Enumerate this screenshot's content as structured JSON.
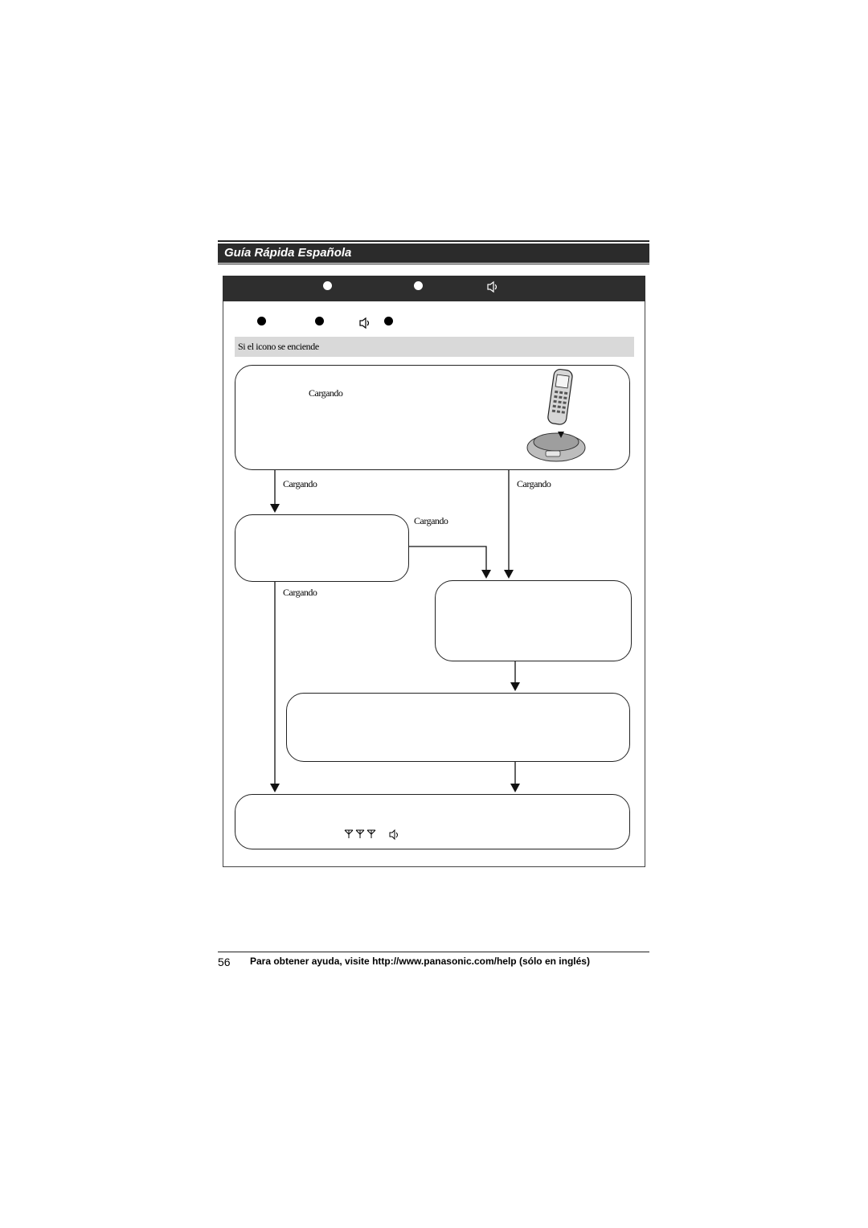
{
  "header": {
    "title": "Guía Rápida Española"
  },
  "panel": {
    "highlight_row": "Si el icono se enciende",
    "icons": {
      "head_dots": [
        "dot-icon",
        "dot-icon"
      ],
      "head_speaker": "speaker-icon",
      "row_dots": [
        "dot-icon",
        "dot-icon",
        "dot-icon"
      ],
      "row_speaker": "speaker-icon",
      "antenna": "antenna-icon",
      "bottom_speaker": "speaker-icon"
    }
  },
  "flow": {
    "box1_status": "Cargando",
    "label_left_1": "Cargando",
    "label_right_1": "Cargando",
    "label_mid": "Cargando",
    "label_left_2": "Cargando"
  },
  "footer": {
    "page_number": "56",
    "text": "Para obtener ayuda, visite http://www.panasonic.com/help (sólo en inglés)"
  }
}
